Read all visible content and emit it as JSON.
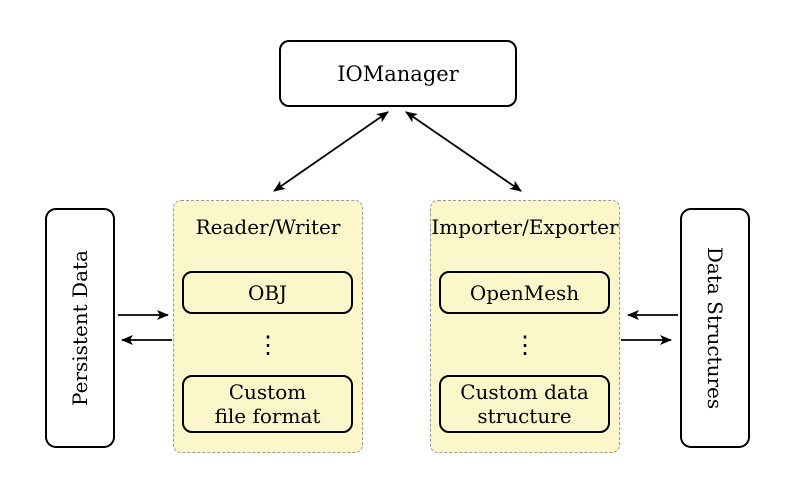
{
  "diagram": {
    "iomanager": {
      "label": "IOManager"
    },
    "persistent_data": {
      "label": "Persistent Data"
    },
    "data_structures": {
      "label": "Data Structures"
    },
    "reader_writer": {
      "title": "Reader/Writer",
      "item_top": "OBJ",
      "dots": "⋮",
      "item_bottom": "Custom\nfile format"
    },
    "importer_exporter": {
      "title": "Importer/Exporter",
      "item_top": "OpenMesh",
      "dots": "⋮",
      "item_bottom": "Custom data\nstructure"
    },
    "colors": {
      "group_fill": "#FCF7CB",
      "group_border": "#999999",
      "node_border": "#000000",
      "background": "#FFFFFF",
      "arrow": "#000000"
    }
  }
}
